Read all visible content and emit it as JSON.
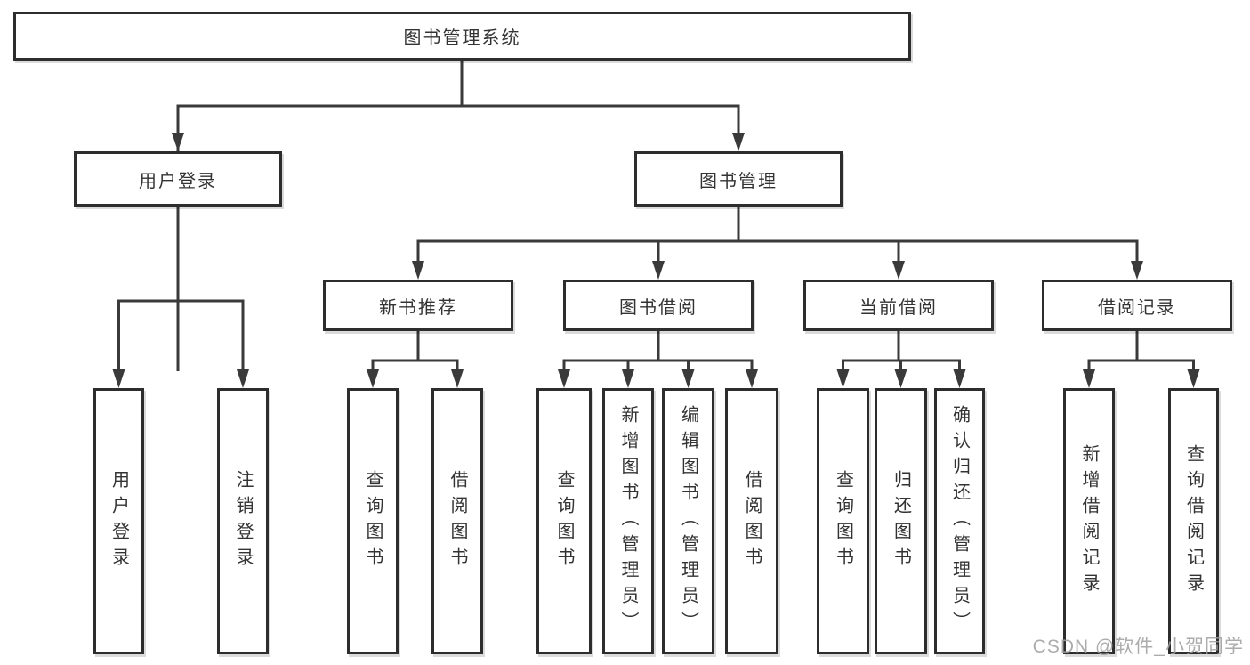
{
  "diagram": {
    "title": "图书管理系统",
    "branches": [
      {
        "label": "用户登录",
        "children": [
          "用户登录",
          "注销登录"
        ]
      },
      {
        "label": "图书管理",
        "sections": [
          {
            "label": "新书推荐",
            "children": [
              "查询图书",
              "借阅图书"
            ]
          },
          {
            "label": "图书借阅",
            "children": [
              "查询图书",
              "新增图书（管理员）",
              "编辑图书（管理员）",
              "借阅图书"
            ]
          },
          {
            "label": "当前借阅",
            "children": [
              "查询图书",
              "归还图书",
              "确认归还（管理员）"
            ]
          },
          {
            "label": "借阅记录",
            "children": [
              "新增借阅记录",
              "查询借阅记录"
            ]
          }
        ]
      }
    ]
  },
  "watermark": {
    "text": "CSDN @软件_小贺同学"
  },
  "colors": {
    "line": "#3a3a3a",
    "box_border": "#2d2d2d",
    "box_fill": "#ffffff",
    "text": "#333333",
    "watermark_text": "#a0a0a0"
  }
}
